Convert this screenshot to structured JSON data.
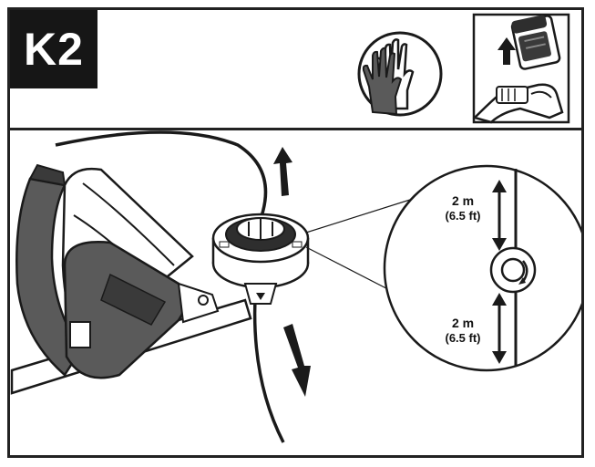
{
  "step": {
    "label": "K2"
  },
  "measurements": [
    {
      "metric": "2 m",
      "imperial": "(6.5 ft)"
    },
    {
      "metric": "2 m",
      "imperial": "(6.5 ft)"
    }
  ],
  "icons": {
    "gloves": "gloves-icon",
    "battery": "battery-removal-icon",
    "arrow": "arrow-icon"
  },
  "colors": {
    "ink": "#161616",
    "background": "#ffffff",
    "fill": "#5a5a5a"
  }
}
